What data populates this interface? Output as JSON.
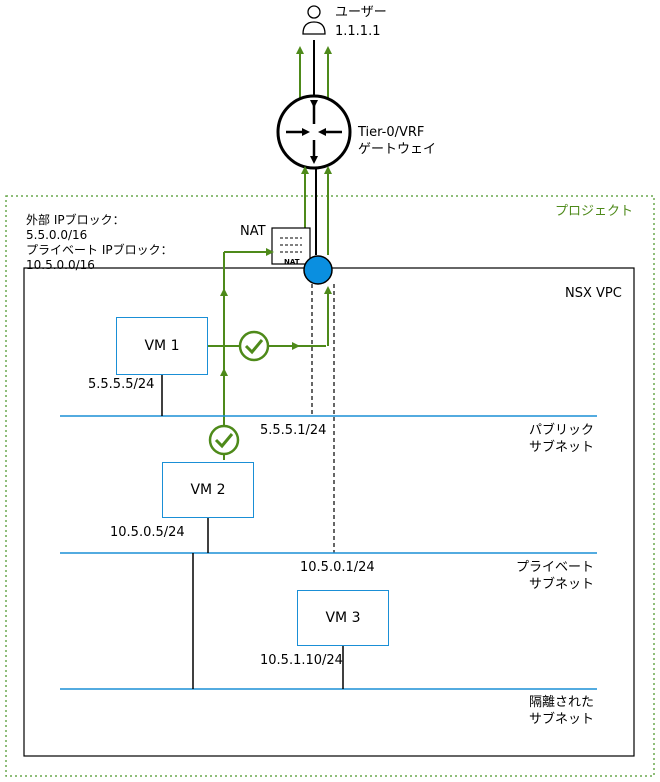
{
  "user": {
    "label": "ユーザー",
    "ip": "1.1.1.1"
  },
  "gateway": {
    "line1": "Tier-0/VRF",
    "line2": "ゲートウェイ"
  },
  "project": {
    "label": "プロジェクト"
  },
  "ip_blocks": {
    "external_label": "外部 IPブロック：",
    "external_cidr": "5.5.0.0/16",
    "private_label": "プライベート IPブロック：",
    "private_cidr": "10.5.0.0/16"
  },
  "nat": {
    "label": "NAT",
    "icon_text": "NAT"
  },
  "vpc": {
    "label": "NSX VPC"
  },
  "vms": [
    {
      "name": "VM 1",
      "ip": "5.5.5.5/24"
    },
    {
      "name": "VM 2",
      "ip": "10.5.0.5/24"
    },
    {
      "name": "VM 3",
      "ip": "10.5.1.10/24"
    }
  ],
  "subnets": [
    {
      "gateway_ip": "5.5.5.1/24",
      "line1": "パブリック",
      "line2": "サブネット"
    },
    {
      "gateway_ip": "10.5.0.1/24",
      "line1": "プライベート",
      "line2": "サブネット"
    },
    {
      "line1": "隔離された",
      "line2": "サブネット"
    }
  ],
  "colors": {
    "green": "#4e8a1a",
    "blue": "#1a8fd6",
    "router_blue": "#0a8fe0",
    "project_border": "#6aa84f"
  }
}
